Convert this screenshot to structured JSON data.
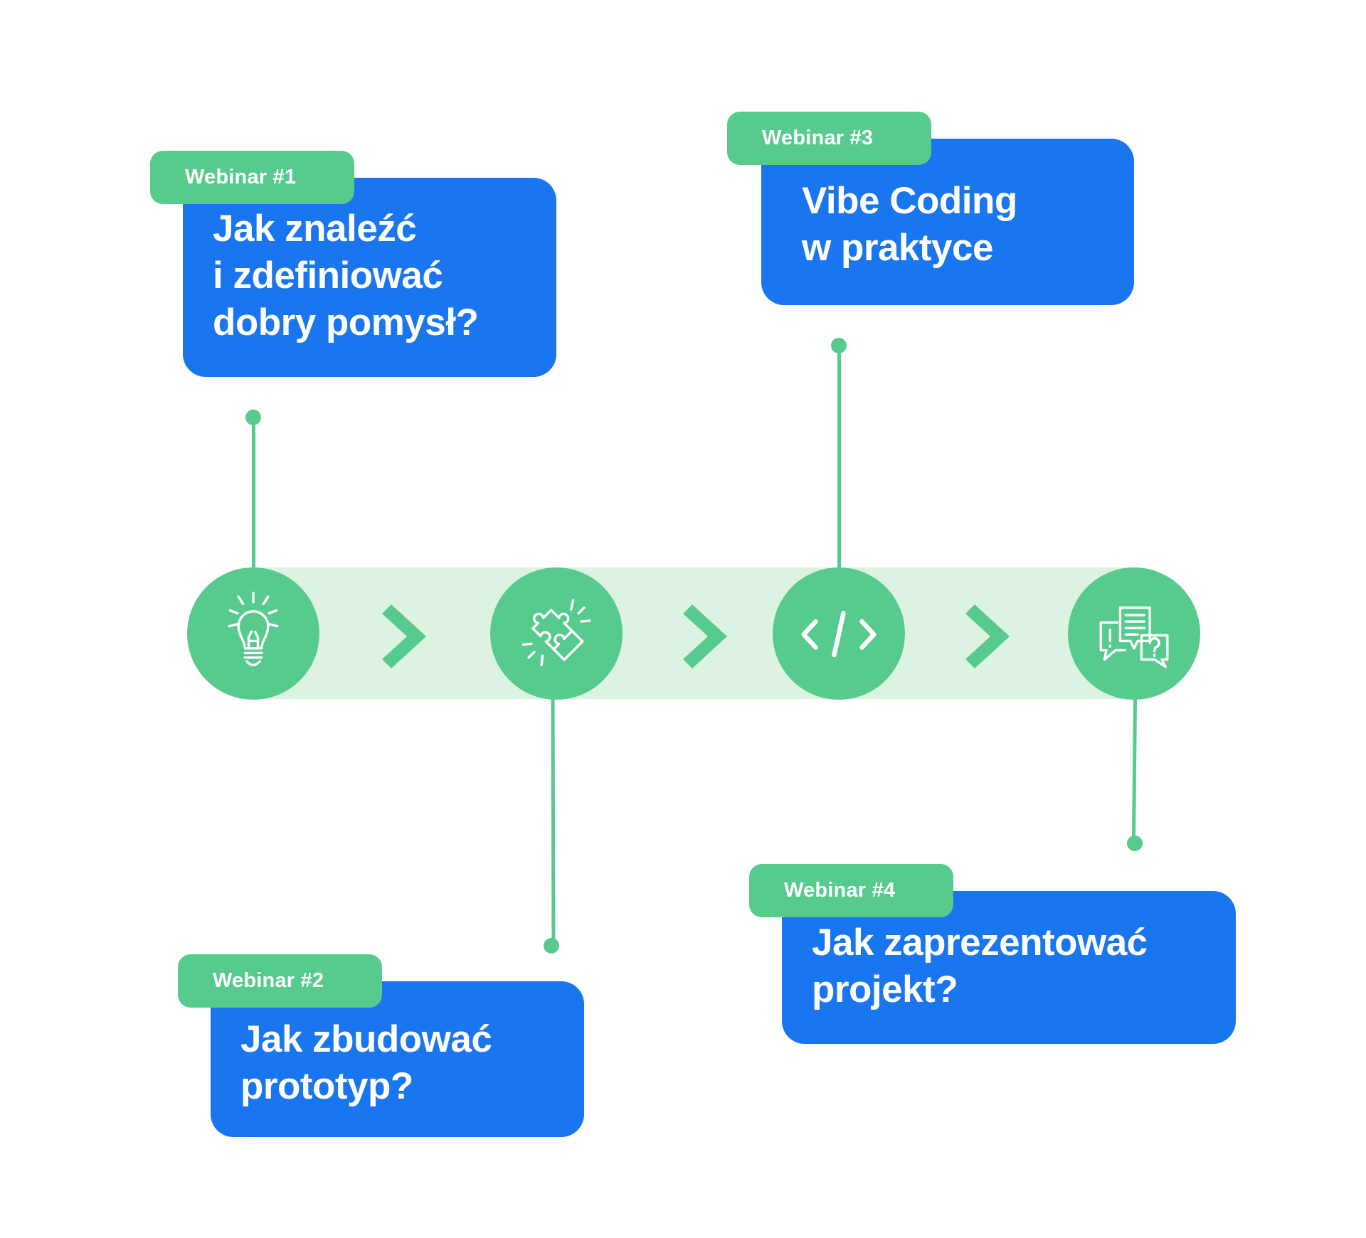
{
  "colors": {
    "accent_green": "#57cb8d",
    "band_green": "#ddf3e2",
    "card_blue": "#1a76ef",
    "text_white": "#ffffff"
  },
  "steps": [
    {
      "tag": "Webinar #1",
      "title": "Jak znaleźć\ni zdefiniować\ndobry pomysł?",
      "icon": "lightbulb-icon"
    },
    {
      "tag": "Webinar #2",
      "title": "Jak zbudować\nprototyp?",
      "icon": "puzzle-icon"
    },
    {
      "tag": "Webinar #3",
      "title": "Vibe Coding\nw praktyce",
      "icon": "code-icon"
    },
    {
      "tag": "Webinar #4",
      "title": "Jak zaprezentować\nprojekt?",
      "icon": "chat-bubbles-icon"
    }
  ],
  "connectors": [
    "chevron-right-icon",
    "chevron-right-icon",
    "chevron-right-icon"
  ]
}
